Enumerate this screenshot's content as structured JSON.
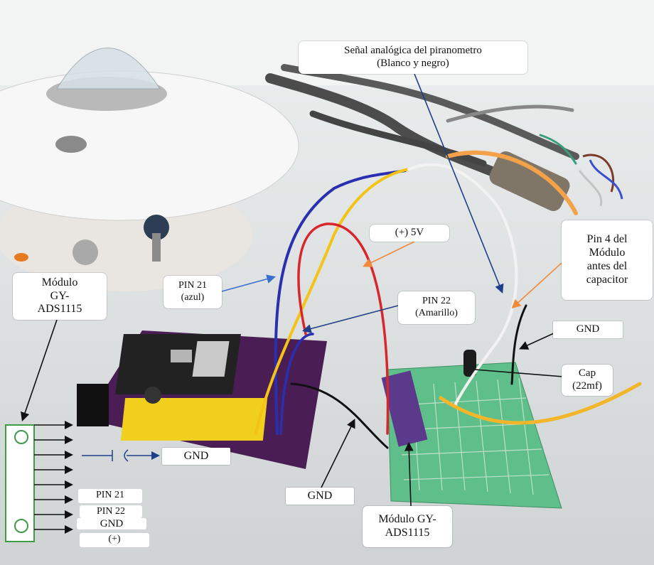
{
  "labels": {
    "pyranometer_signal": [
      "Señal analógica del piranometro",
      "(Blanco y negro)"
    ],
    "pin4": [
      "Pin 4 del",
      "Módulo",
      "antes del",
      "capacitor"
    ],
    "power_5v": "(+) 5V",
    "pin21": [
      "PIN 21",
      "(azul)"
    ],
    "pin22": [
      "PIN 22",
      "(Amarillo)"
    ],
    "gnd_right": "GND",
    "cap": [
      "Cap",
      "(22mf)"
    ],
    "module_left": [
      "Módulo",
      "GY-",
      "ADS1115"
    ],
    "gnd_left": "GND",
    "gnd_bottom": "GND",
    "module_bottom": [
      "Módulo GY-",
      "ADS1115"
    ],
    "diagram_pin21": "PIN 21",
    "diagram_pin22": "PIN 22",
    "diagram_gnd": "GND",
    "diagram_plus": "(+)"
  },
  "colors": {
    "blue_arrow": "#3a6fd0",
    "orange_arrow": "#f08a3a",
    "dark_blue_arrow": "#1f3f8a",
    "wire_blue": "#2a2fb0",
    "wire_yellow": "#f3c417",
    "wire_red": "#d8272c",
    "board_purple": "#4a1d55",
    "pcb_green": "#5fbf8a"
  }
}
